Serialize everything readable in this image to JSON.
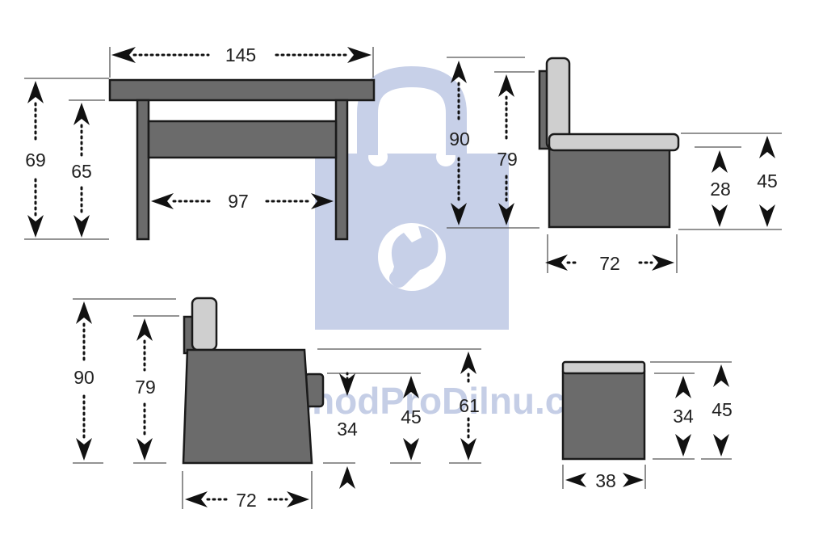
{
  "watermark": {
    "text": "ObchodProDilnu.cz",
    "logo_icon": "shopping-bag-wrench-icon",
    "logo_color": "#c7d0e8"
  },
  "colors": {
    "furniture_body": "#6b6b6b",
    "cushion": "#cfcfcf",
    "outline": "#1a1a1a",
    "dimension_marks": "#111111"
  },
  "table_view": {
    "width_total": "145",
    "height_total": "69",
    "height_under_top": "65",
    "inner_width": "97"
  },
  "sofa_side_view": {
    "height_total": "90",
    "backrest_height": "79",
    "seat_height": "45",
    "seat_base_height": "28",
    "depth": "72"
  },
  "chair_side_view": {
    "height_total": "90",
    "backrest_height": "79",
    "armrest_height": "61",
    "seat_height": "45",
    "lower_height": "34",
    "depth": "72"
  },
  "stool_view": {
    "height_total": "45",
    "base_height": "34",
    "width": "38"
  }
}
